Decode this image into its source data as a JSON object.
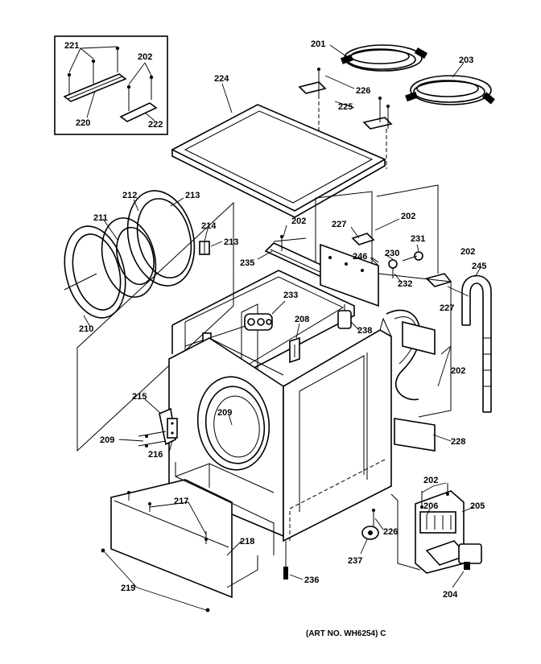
{
  "caption": "(ART NO. WH6254) C",
  "labels": {
    "l201": "201",
    "l202a": "202",
    "l202b": "202",
    "l202c": "202",
    "l202d": "202",
    "l202e": "202",
    "l202f": "202",
    "l203": "203",
    "l204": "204",
    "l205": "205",
    "l206": "206",
    "l208": "208",
    "l209a": "209",
    "l209b": "209",
    "l210": "210",
    "l211": "211",
    "l212": "212",
    "l213a": "213",
    "l213b": "213",
    "l214": "214",
    "l215": "215",
    "l216": "216",
    "l217": "217",
    "l218": "218",
    "l219": "219",
    "l220": "220",
    "l221": "221",
    "l222": "222",
    "l224": "224",
    "l225": "225",
    "l226a": "226",
    "l226b": "226",
    "l227a": "227",
    "l227b": "227",
    "l228": "228",
    "l230": "230",
    "l231": "231",
    "l232": "232",
    "l233": "233",
    "l235": "235",
    "l236": "236",
    "l237": "237",
    "l238": "238",
    "l245": "245",
    "l246": "246"
  }
}
